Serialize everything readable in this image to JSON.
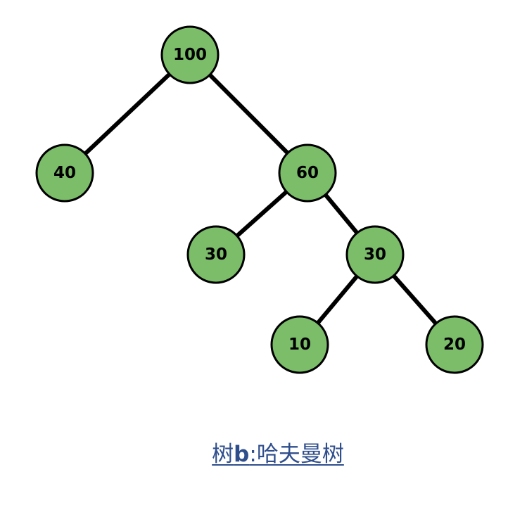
{
  "tree": {
    "nodes": [
      {
        "id": "n100",
        "label": "100"
      },
      {
        "id": "n40",
        "label": "40"
      },
      {
        "id": "n60",
        "label": "60"
      },
      {
        "id": "n30a",
        "label": "30"
      },
      {
        "id": "n30b",
        "label": "30"
      },
      {
        "id": "n10",
        "label": "10"
      },
      {
        "id": "n20",
        "label": "20"
      }
    ],
    "edges": [
      [
        "n100",
        "n40"
      ],
      [
        "n100",
        "n60"
      ],
      [
        "n60",
        "n30a"
      ],
      [
        "n60",
        "n30b"
      ],
      [
        "n30b",
        "n10"
      ],
      [
        "n30b",
        "n20"
      ]
    ]
  },
  "caption": {
    "prefix": "树",
    "letter": "b",
    "suffix": ":哈夫曼树"
  },
  "colors": {
    "node_fill": "#7cbd6a",
    "node_stroke": "#000000",
    "edge": "#000000",
    "caption_link": "#2f4e8c"
  }
}
